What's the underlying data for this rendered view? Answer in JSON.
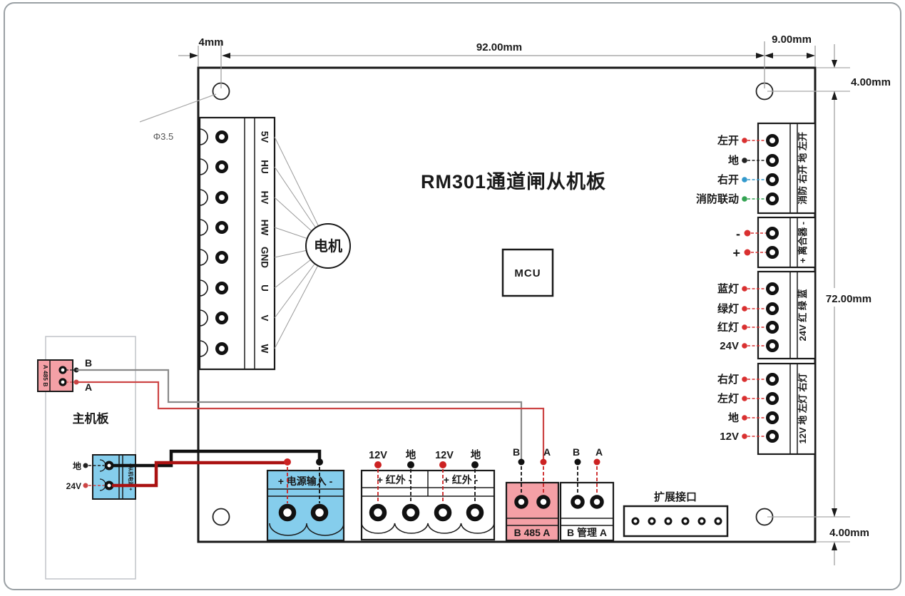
{
  "title": "RM301通道闸从机板",
  "mcu_label": "MCU",
  "dimensions": {
    "left_offset": "4mm",
    "width": "92.00mm",
    "right_offset": "9.00mm",
    "top_offset": "4.00mm",
    "height": "72.00mm",
    "bottom_offset": "4.00mm",
    "hole_diameter": "Φ3.5"
  },
  "motor_connector": {
    "pins": [
      "5V",
      "HU",
      "HV",
      "HW",
      "GND",
      "U",
      "V",
      "W"
    ],
    "motor_label": "电机"
  },
  "right_connectors": [
    {
      "strip_label": "消防 右开 地 左开",
      "pin_labels": [
        "左开",
        "地",
        "右开",
        "消防联动"
      ],
      "wire_colors": [
        "#d93030",
        "#222222",
        "#3399cc",
        "#33a352"
      ]
    },
    {
      "strip_label": "+ 离合器 -",
      "pin_labels": [
        "-",
        "+"
      ],
      "wire_colors": [
        "#d93030",
        "#d93030"
      ]
    },
    {
      "strip_label": "24V 红 绿 蓝",
      "pin_labels": [
        "蓝灯",
        "绿灯",
        "红灯",
        "24V"
      ],
      "wire_colors": [
        "#d93030",
        "#d93030",
        "#d93030",
        "#d93030"
      ]
    },
    {
      "strip_label": "12V 地 左灯 右灯",
      "pin_labels": [
        "右灯",
        "左灯",
        "地",
        "12V"
      ],
      "wire_colors": [
        "#d93030",
        "#d93030",
        "#d93030",
        "#d93030"
      ]
    }
  ],
  "bottom_connectors": {
    "power_input": {
      "header": "+ 电源输入 -"
    },
    "infrared_left": {
      "header": "+ 红外 -"
    },
    "infrared_right": {
      "header": "+ 红外 -"
    },
    "infrared_top_labels": [
      "12V",
      "地",
      "12V",
      "地"
    ],
    "rs485": {
      "bottom_label": "B 485 A",
      "top_labels": [
        "B",
        "A"
      ]
    },
    "management": {
      "bottom_label": "B 管理 A",
      "top_labels": [
        "B",
        "A"
      ]
    },
    "expansion": {
      "label": "扩展接口"
    }
  },
  "main_board": {
    "label": "主机板",
    "rs485_strip": "A 485 B",
    "rs485_wire_labels": [
      "B",
      "A"
    ],
    "power_strip": "- 从机电源 +",
    "power_wire_labels": [
      "地",
      "24V"
    ]
  },
  "colors": {
    "board_outline": "#1a1a1a",
    "pink": "#f4a0a6",
    "blue": "#85cdec",
    "wire_red_thick": "#aa1111",
    "wire_black_thick": "#111111",
    "wire_red_thin": "#cc4444",
    "wire_gray": "#8a8a8a",
    "dash_red": "#d93030",
    "dash_blue": "#3399cc",
    "dash_green": "#33a352"
  }
}
